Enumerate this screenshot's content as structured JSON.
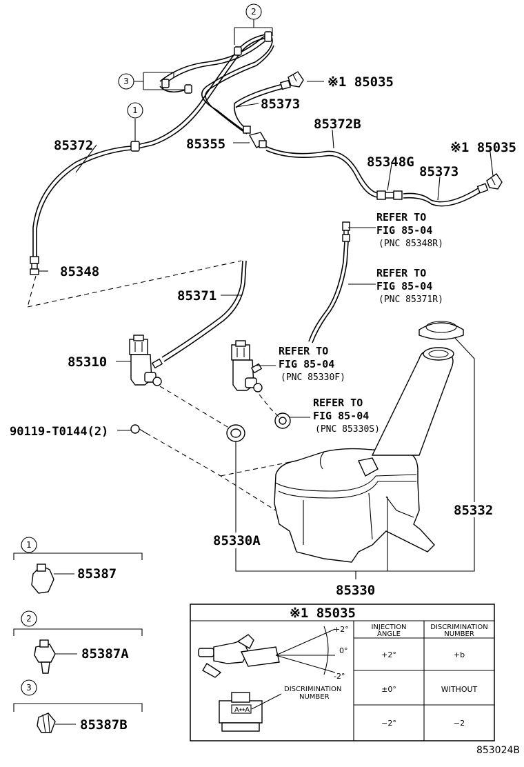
{
  "callouts": {
    "c1": "1",
    "c2": "2",
    "c3": "3"
  },
  "parts": {
    "p85035_top": "※1 85035",
    "p85373_top": "85373",
    "p85372B": "85372B",
    "p85355": "85355",
    "p85035_right": "※1 85035",
    "p85348G": "85348G",
    "p85373_right": "85373",
    "p85372": "85372",
    "p85348": "85348",
    "p85371": "85371",
    "p85310": "85310",
    "p90119": "90119-T0144(2)",
    "p85330A": "85330A",
    "p85330": "85330",
    "p85332": "85332",
    "p85387": "85387",
    "p85387A": "85387A",
    "p85387B": "85387B"
  },
  "refs": {
    "r1": {
      "line1": "REFER TO",
      "line2": "FIG 85-04",
      "line3": "(PNC 85348R)"
    },
    "r2": {
      "line1": "REFER TO",
      "line2": "FIG 85-04",
      "line3": "(PNC 85371R)"
    },
    "r3": {
      "line1": "REFER TO",
      "line2": "FIG 85-04",
      "line3": "(PNC 85330F)"
    },
    "r4": {
      "line1": "REFER TO",
      "line2": "FIG 85-04",
      "line3": "(PNC 85330S)"
    }
  },
  "detail": {
    "title": "※1 85035",
    "angle_plus": "+2°",
    "angle_zero": "0°",
    "angle_minus": "-2°",
    "disc_label_1": "DISCRIMINATION",
    "disc_label_2": "NUMBER",
    "stamp": "A↔A",
    "table": {
      "headers": [
        {
          "line1": "INJECTION",
          "line2": "ANGLE"
        },
        {
          "line1": "DISCRIMINATION",
          "line2": "NUMBER"
        }
      ],
      "rows": [
        [
          "+2°",
          "+b"
        ],
        [
          "±0°",
          "WITHOUT"
        ],
        [
          "−2°",
          "−2"
        ]
      ]
    }
  },
  "diagram_code": "853024B"
}
